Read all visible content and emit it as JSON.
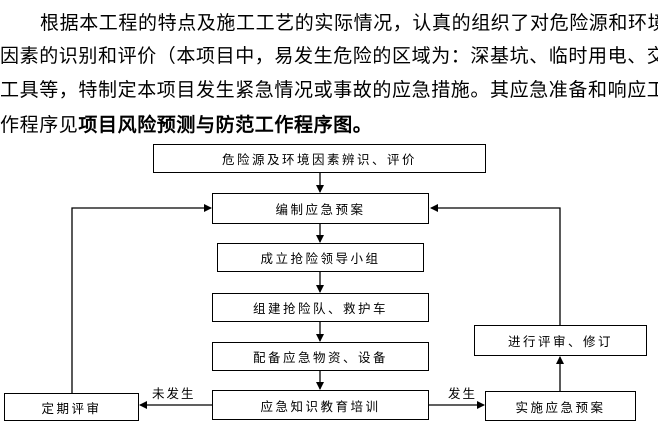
{
  "intro": {
    "line1": "根据本工程的特点及施工工艺的实际情况，认真的组织了对危险源和环境",
    "line2": "因素的识别和评价（本项目中，易发生危险的区域为：深基坑、临时用电、交通",
    "line3": "工具等，特制定本项目发生紧急情况或事故的应急措施。其应急准备和响应工",
    "line4_prefix": "作程序见",
    "line4_bold": "项目风险预测与防范工作程序图。"
  },
  "flowchart": {
    "identify": "危险源及环境因素辨识、评价",
    "plan": "编制应急预案",
    "team": "成立抢险领导小组",
    "squad": "组建抢险队、救护车",
    "materials": "配备应急物资、设备",
    "training": "应急知识教育培训",
    "periodic_review": "定期评审",
    "implement": "实施应急预案",
    "review_revise": "进行评审、修订",
    "not_occurred": "未发生",
    "occurred": "发生"
  }
}
